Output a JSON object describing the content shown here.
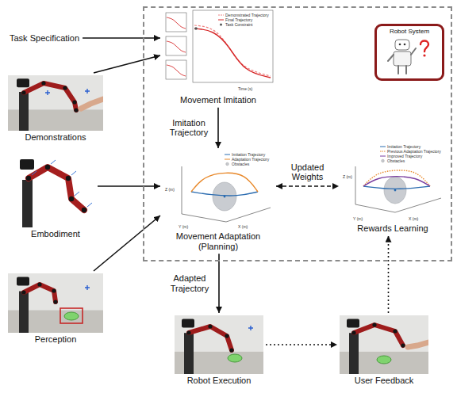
{
  "diagram": {
    "nodes": [
      {
        "text": [
          "Robot System"
        ]
      },
      {
        "text": [
          "Task Specification"
        ]
      },
      {
        "text": [
          "Movement Imitation"
        ],
        "in": 0
      },
      {
        "text": [
          "Demonstrations"
        ]
      },
      {
        "text": [
          "Embodiment"
        ]
      },
      {
        "text": [
          "Movement Adaptation (Planning)"
        ],
        "in": 0
      },
      {
        "text": [
          "Rewards Learning"
        ],
        "in": 0
      },
      {
        "text": [
          "Perception"
        ]
      },
      {
        "text": [
          "Robot Execution"
        ]
      },
      {
        "text": [
          "User Feedback"
        ]
      }
    ],
    "edges": [
      {
        "from": 1,
        "to": 2,
        "arrow": "to"
      },
      {
        "from": 3,
        "to": 2,
        "arrow": "to"
      },
      {
        "from": 2,
        "to": 5,
        "label": "Imitation Trajectory",
        "arrow": "to"
      },
      {
        "from": 4,
        "to": 5,
        "arrow": "to"
      },
      {
        "from": 7,
        "to": 5,
        "arrow": "to"
      },
      {
        "from": 5,
        "to": 6,
        "label": "Updated Weights",
        "arrow": "both"
      },
      {
        "from": 5,
        "to": 8,
        "label": "Adapted Trajectory",
        "arrow": "to"
      },
      {
        "from": 8,
        "to": 9,
        "arrow": "to"
      },
      {
        "from": 9,
        "to": 6,
        "arrow": "to"
      }
    ],
    "labels": [
      "Demonstrated Trajectory",
      "Final Trajectory",
      "Task Constraint",
      "Time (s)",
      "Imitation Trajectory",
      "Adaptation Trajectory",
      "Obstacles",
      "Z (m)",
      "Y (m)",
      "X (m)",
      "Imitation Trajectory",
      "Previous Adaptation Trajectory",
      "Improved Trajectory",
      "Obstacles",
      "Z (m)",
      "Y (m)",
      "X (m)"
    ]
  }
}
